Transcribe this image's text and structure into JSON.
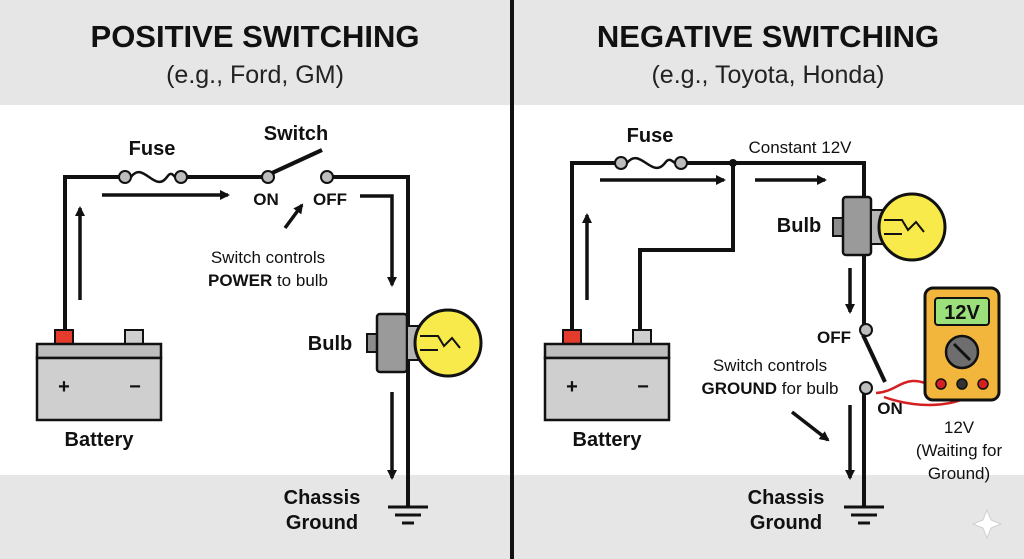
{
  "left": {
    "title": "POSITIVE SWITCHING",
    "subtitle": "(e.g., Ford, GM)",
    "fuse_label": "Fuse",
    "switch_label": "Switch",
    "on_label": "ON",
    "off_label": "OFF",
    "note_line1": "Switch controls",
    "note_bold": "POWER",
    "note_rest": " to bulb",
    "bulb_label": "Bulb",
    "battery_label": "Battery",
    "battery_plus": "+",
    "battery_minus": "−",
    "ground_line1": "Chassis",
    "ground_line2": "Ground"
  },
  "right": {
    "title": "NEGATIVE SWITCHING",
    "subtitle": "(e.g., Toyota, Honda)",
    "fuse_label": "Fuse",
    "constant_label": "Constant 12V",
    "bulb_label": "Bulb",
    "off_label": "OFF",
    "on_label": "ON",
    "note_line1": "Switch controls",
    "note_bold": "GROUND",
    "note_rest": " for bulb",
    "battery_label": "Battery",
    "battery_plus": "+",
    "battery_minus": "−",
    "ground_line1": "Chassis",
    "ground_line2": "Ground",
    "meter_display": "12V",
    "meter_note_line1": "12V",
    "meter_note_line2": "(Waiting for",
    "meter_note_line3": "Ground)"
  },
  "colors": {
    "band": "#e6e6e6",
    "bulb_glass": "#f7ea4a",
    "bulb_base": "#9a9a9a",
    "battery_body": "#cfcfcf",
    "battery_pos_terminal": "#e53b2c",
    "meter_body": "#f2b63c",
    "meter_screen": "#9be07a",
    "probe_wire": "#d42020"
  }
}
